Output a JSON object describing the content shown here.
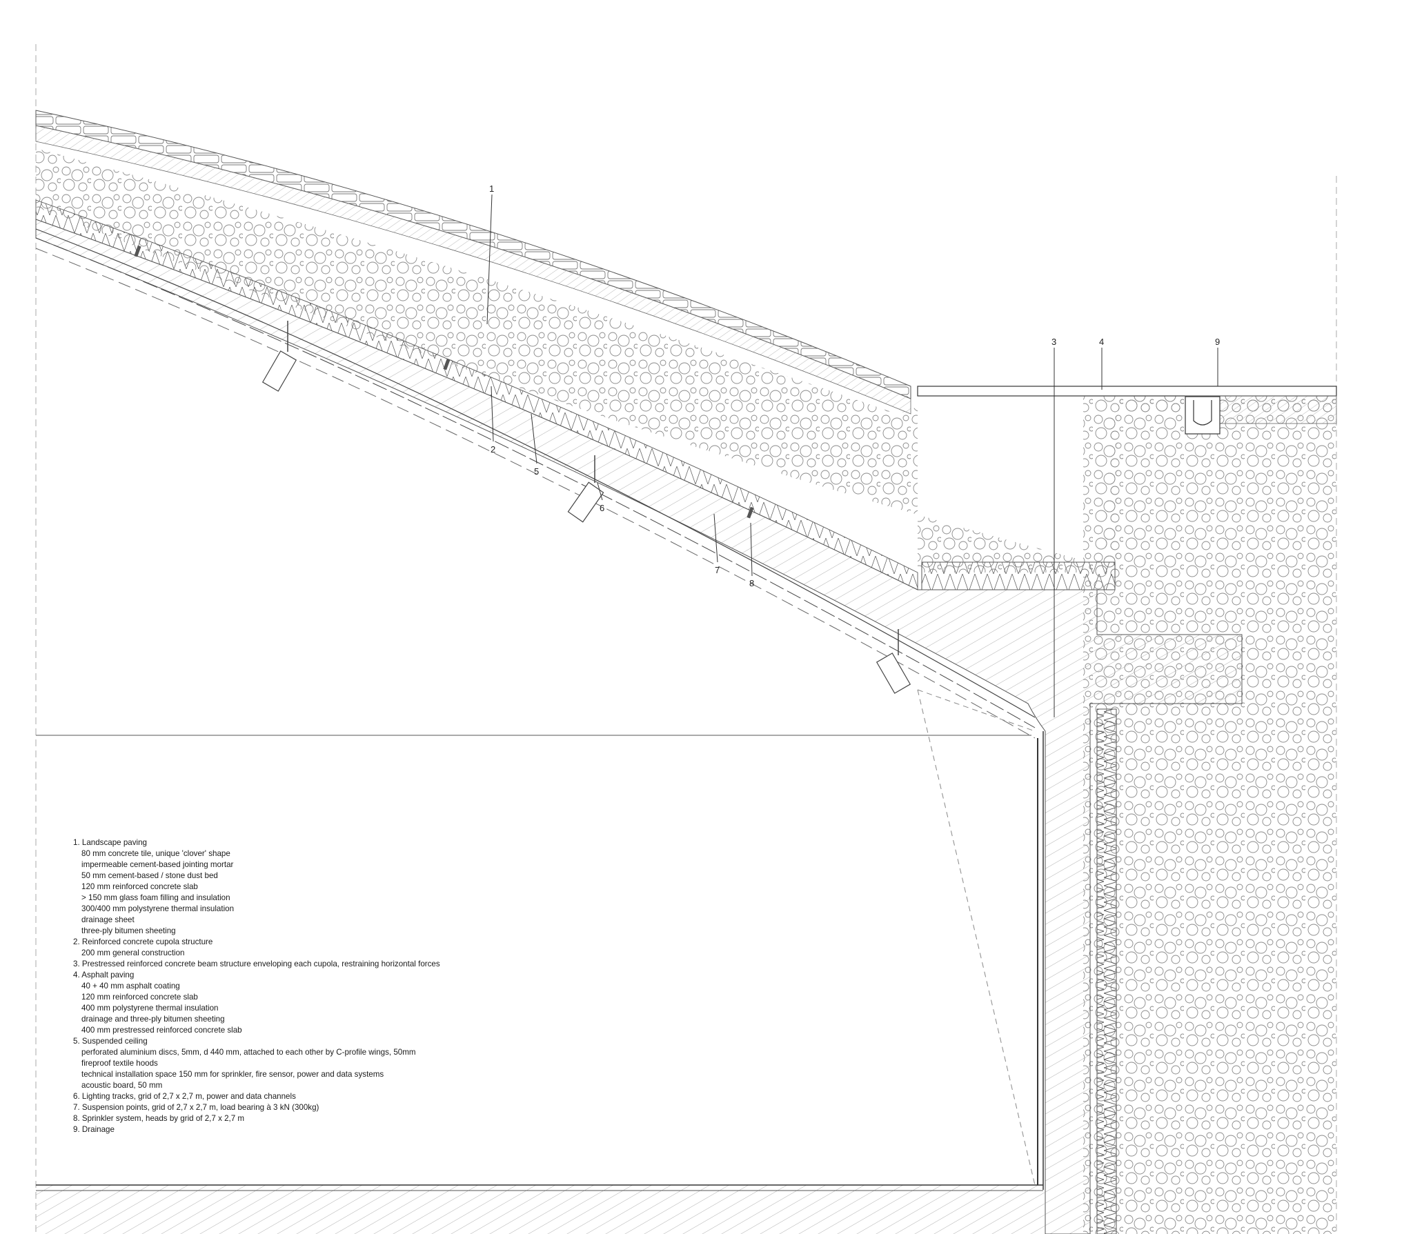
{
  "callouts": [
    "1",
    "2",
    "3",
    "4",
    "5",
    "6",
    "7",
    "8",
    "9"
  ],
  "legend": [
    {
      "title": "1. Landscape paving",
      "lines": [
        "80 mm concrete tile, unique 'clover' shape",
        "impermeable cement-based jointing mortar",
        "50 mm cement-based / stone dust bed",
        "120 mm reinforced concrete slab",
        "> 150 mm glass foam filling and insulation",
        "300/400 mm polystyrene thermal insulation",
        "drainage sheet",
        "three-ply bitumen sheeting"
      ]
    },
    {
      "title": "2. Reinforced concrete cupola structure",
      "lines": [
        "200 mm general construction"
      ]
    },
    {
      "title": "3. Prestressed reinforced concrete beam structure enveloping each cupola, restraining horizontal forces",
      "lines": []
    },
    {
      "title": "4. Asphalt paving",
      "lines": [
        "40 + 40 mm asphalt coating",
        "120 mm reinforced concrete slab",
        "400 mm polystyrene thermal insulation",
        "drainage and three-ply bitumen sheeting",
        "400 mm prestressed reinforced concrete slab"
      ]
    },
    {
      "title": "5. Suspended ceiling",
      "lines": [
        "perforated aluminium discs, 5mm, d 440 mm, attached to each other by C-profile wings, 50mm",
        "fireproof textile hoods",
        "technical installation space 150 mm for sprinkler, fire sensor, power and data systems",
        "acoustic board, 50 mm"
      ]
    },
    {
      "title": "6. Lighting tracks, grid of 2,7 x 2,7 m, power and data channels",
      "lines": []
    },
    {
      "title": "7. Suspension points, grid of 2,7 x 2,7 m, load bearing à 3 kN (300kg)",
      "lines": []
    },
    {
      "title": "8. Sprinkler system, heads by grid of 2,7 x 2,7 m",
      "lines": []
    },
    {
      "title": "9. Drainage",
      "lines": []
    }
  ]
}
